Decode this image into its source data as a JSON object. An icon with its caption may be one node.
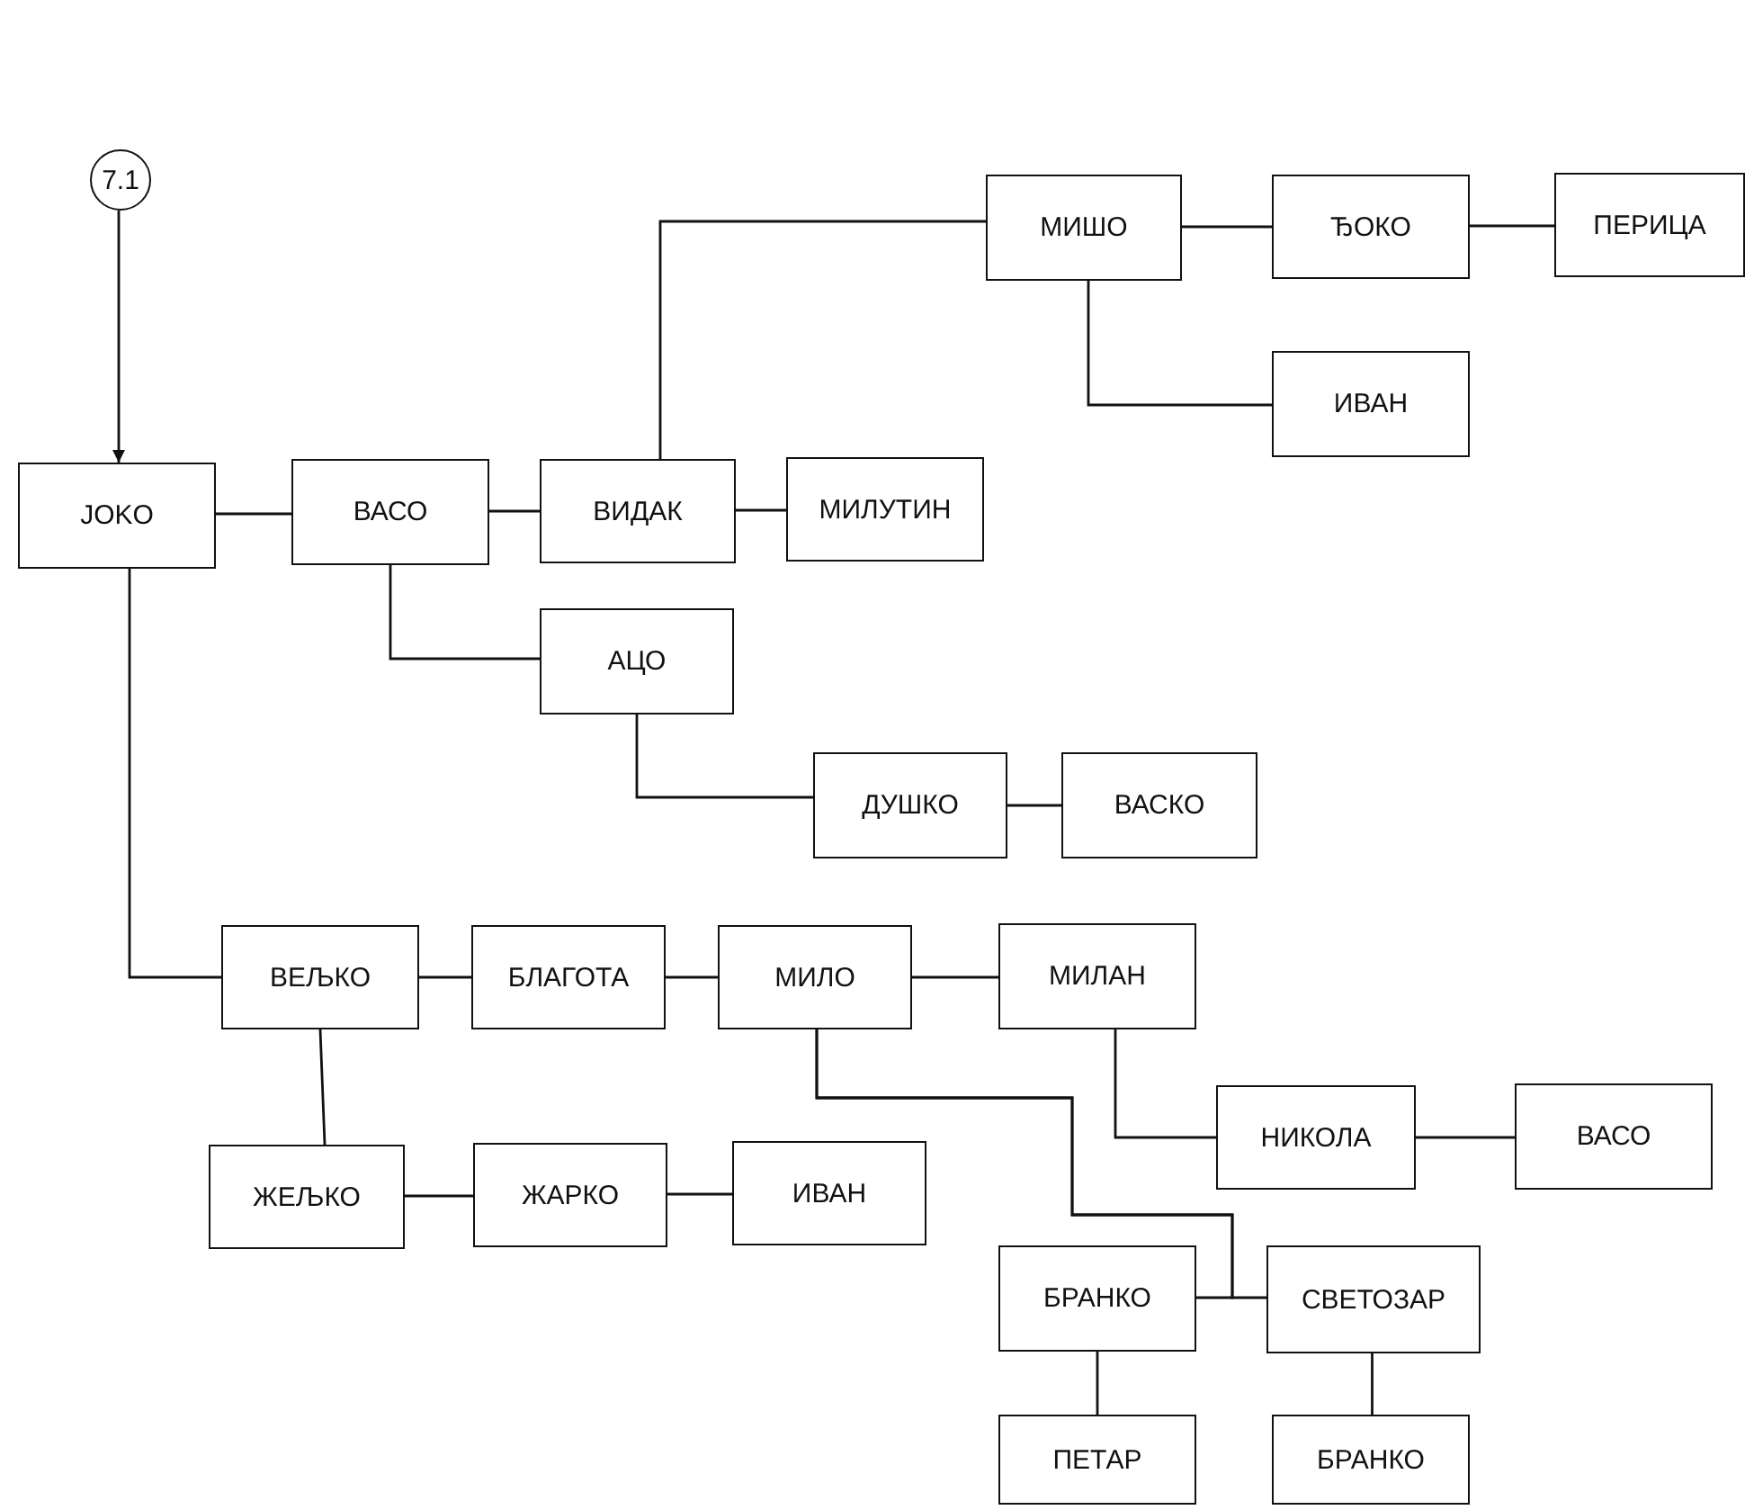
{
  "diagram": {
    "nodes": [
      {
        "text": [
          "7.1"
        ]
      },
      {
        "text": [
          "JOKO"
        ]
      },
      {
        "text": [
          "ВАСО"
        ]
      },
      {
        "text": [
          "ВИДАК"
        ]
      },
      {
        "text": [
          "МИЛУТИН"
        ]
      },
      {
        "text": [
          "МИШО"
        ]
      },
      {
        "text": [
          "ЂОКО"
        ]
      },
      {
        "text": [
          "ПЕРИЦА"
        ]
      },
      {
        "text": [
          "ИВАН"
        ]
      },
      {
        "text": [
          "АЦО"
        ]
      },
      {
        "text": [
          "ДУШКО"
        ]
      },
      {
        "text": [
          "ВАСКО"
        ]
      },
      {
        "text": [
          "ВЕЉКО"
        ]
      },
      {
        "text": [
          "БЛАГОТА"
        ]
      },
      {
        "text": [
          "МИЛО"
        ]
      },
      {
        "text": [
          "МИЛАН"
        ]
      },
      {
        "text": [
          "НИКОЛА"
        ]
      },
      {
        "text": [
          "ВАСО"
        ]
      },
      {
        "text": [
          "ЖЕЉКО"
        ]
      },
      {
        "text": [
          "ЖАРКО"
        ]
      },
      {
        "text": [
          "ИВАН"
        ]
      },
      {
        "text": [
          "БРАНКО"
        ]
      },
      {
        "text": [
          "СВЕТОЗАР"
        ]
      },
      {
        "text": [
          "ПЕТАР"
        ]
      },
      {
        "text": [
          "БРАНКО"
        ]
      }
    ],
    "edges": [
      {
        "from": 0,
        "to": 1,
        "arrow": "to"
      },
      {
        "from": 1,
        "to": 2,
        "arrow": "none"
      },
      {
        "from": 2,
        "to": 3,
        "arrow": "none"
      },
      {
        "from": 3,
        "to": 4,
        "arrow": "none"
      },
      {
        "from": 3,
        "to": 5,
        "arrow": "none"
      },
      {
        "from": 5,
        "to": 6,
        "arrow": "none"
      },
      {
        "from": 6,
        "to": 7,
        "arrow": "none"
      },
      {
        "from": 5,
        "to": 8,
        "arrow": "none"
      },
      {
        "from": 2,
        "to": 9,
        "arrow": "none"
      },
      {
        "from": 9,
        "to": 10,
        "arrow": "none"
      },
      {
        "from": 10,
        "to": 11,
        "arrow": "none"
      },
      {
        "from": 1,
        "to": 12,
        "arrow": "none"
      },
      {
        "from": 12,
        "to": 13,
        "arrow": "none"
      },
      {
        "from": 13,
        "to": 14,
        "arrow": "none"
      },
      {
        "from": 14,
        "to": 15,
        "arrow": "none"
      },
      {
        "from": 15,
        "to": 16,
        "arrow": "none"
      },
      {
        "from": 16,
        "to": 17,
        "arrow": "none"
      },
      {
        "from": 12,
        "to": 18,
        "arrow": "none"
      },
      {
        "from": 18,
        "to": 19,
        "arrow": "none"
      },
      {
        "from": 19,
        "to": 20,
        "arrow": "none"
      },
      {
        "from": 14,
        "to": 21,
        "arrow": "none"
      },
      {
        "from": 14,
        "to": 22,
        "arrow": "none"
      },
      {
        "from": 21,
        "to": 23,
        "arrow": "none"
      },
      {
        "from": 22,
        "to": 24,
        "arrow": "none"
      }
    ]
  }
}
